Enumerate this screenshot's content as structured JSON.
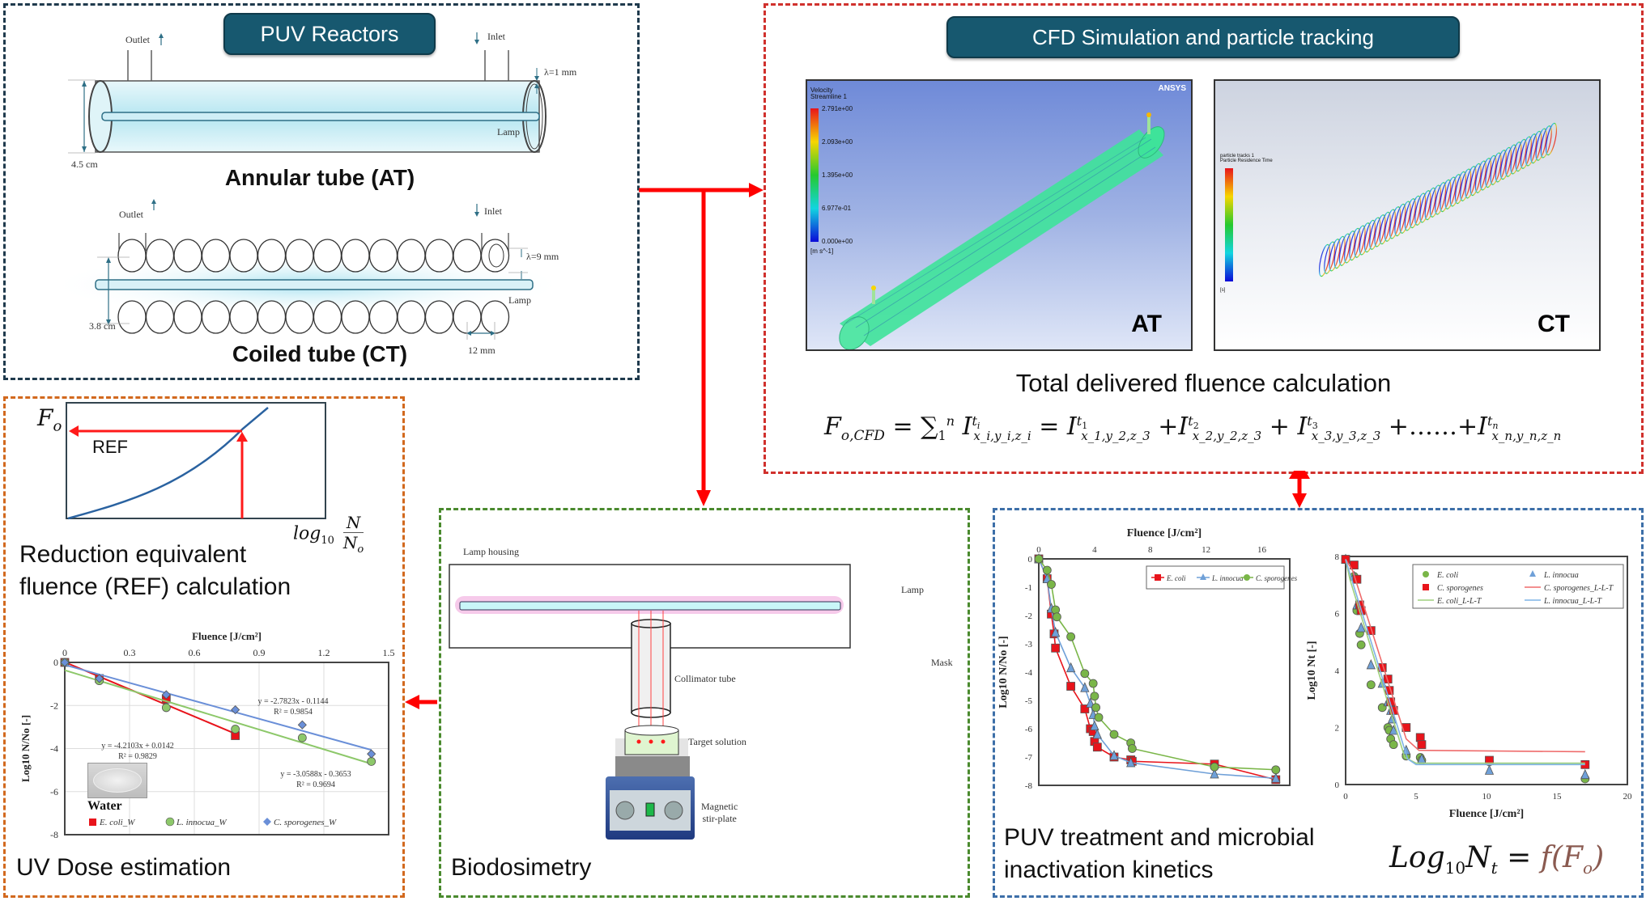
{
  "reactors": {
    "title": "PUV Reactors",
    "annular": {
      "caption": "Annular tube (AT)",
      "outlet": "Outlet",
      "inlet": "Inlet",
      "gap": "λ=1 mm",
      "lamp": "Lamp",
      "diameter": "4.5 cm"
    },
    "coiled": {
      "caption": "Coiled tube (CT)",
      "outlet": "Outlet",
      "inlet": "Inlet",
      "gap": "λ=9 mm",
      "lamp": "Lamp",
      "diameter": "3.8 cm",
      "pitch": "12 mm",
      "coil_count": 14
    }
  },
  "cfd": {
    "title": "CFD Simulation and particle tracking",
    "at_label": "AT",
    "ct_label": "CT",
    "at_legend": {
      "title": "Velocity",
      "subtitle": "Streamline 1",
      "ticks": [
        "2.791e+00",
        "2.093e+00",
        "1.395e+00",
        "6.977e-01",
        "0.000e+00"
      ],
      "unit": "[m s^-1]",
      "brand": "ANSYS"
    },
    "ct_legend": {
      "title": "particle tracks 1",
      "subtitle": "Particle Residence Time",
      "unit": "[s]"
    },
    "fluence_caption": "Total delivered fluence calculation",
    "equation": {
      "lhs": "F",
      "lhs_sub": "o,CFD",
      "sum": "∑",
      "sum_sup": "n",
      "sum_sub": "1",
      "terms": [
        {
          "sup": "t",
          "supsub": "i",
          "sub": "x_i,y_i,z_i"
        },
        {
          "sup": "t",
          "supsub": "1",
          "sub": "x_1,y_2,z_3"
        },
        {
          "sup": "t",
          "supsub": "2",
          "sub": "x_2,y_2,z_3"
        },
        {
          "sup": "t",
          "supsub": "3",
          "sub": "x_3,y_3,z_3"
        },
        {
          "sup": "t",
          "supsub": "n",
          "sub": "x_n,y_n,z_n"
        }
      ],
      "ellipsis": "……"
    }
  },
  "ref": {
    "y_label": "F",
    "y_label_sub": "o",
    "ref_label": "REF",
    "x_label": "log",
    "x_label_sub": "10",
    "x_frac_num": "N",
    "x_frac_den": "N",
    "x_frac_den_sub": "o",
    "caption_line1": "Reduction equivalent",
    "caption_line2": "fluence (REF) calculation"
  },
  "uvdose": {
    "caption": "UV Dose estimation",
    "inset_label": "Water"
  },
  "bio": {
    "caption": "Biodosimetry",
    "labels": {
      "housing": "Lamp housing",
      "lamp": "Lamp",
      "mask": "Mask",
      "collimator": "Collimator tube",
      "target": "Target solution",
      "stirrer_1": "Magnetic",
      "stirrer_2": "stir-plate"
    }
  },
  "kinetics": {
    "caption_line1": "PUV treatment and microbial",
    "caption_line2": "inactivation kinetics",
    "formula_lhs": "Log",
    "formula_sub": "10",
    "formula_n": "N",
    "formula_n_sub": "t",
    "formula_eq": " = ",
    "formula_f": "f",
    "formula_arg": "(F",
    "formula_arg_sub": "o",
    "formula_close": ")"
  },
  "colors": {
    "pill_bg": "#17586f",
    "arrow": "#ff0000",
    "ecoli": "#e8141b",
    "linnocua": "#6fa0d8",
    "csporogenes": "#7ab648"
  },
  "chart_data": [
    {
      "id": "uv_dose",
      "type": "scatter",
      "title": "",
      "xlabel": "Fluence [J/cm²]",
      "ylabel": "Log10 N/No [-]",
      "xlim": [
        0,
        1.5
      ],
      "ylim": [
        -8,
        0
      ],
      "xticks": [
        "0",
        "0.3",
        "0.6",
        "0.9",
        "1.2",
        "1.5"
      ],
      "yticks": [
        "0",
        "-2",
        "-4",
        "-6",
        "-8"
      ],
      "grid": true,
      "legend_position": "bottom",
      "series": [
        {
          "name": "E. coli_W",
          "marker": "square",
          "color": "#e8141b",
          "x": [
            0,
            0.16,
            0.47,
            0.79
          ],
          "y": [
            0,
            -0.75,
            -1.7,
            -3.4
          ],
          "fit": {
            "slope": -4.2103,
            "intercept": 0.0142,
            "x_end": 0.79,
            "label": "y = -4.2103x + 0.0142",
            "r2": "R² = 0.9829"
          }
        },
        {
          "name": "L. innocua_W",
          "marker": "circle",
          "color": "#8dc86a",
          "x": [
            0,
            0.16,
            0.47,
            0.79,
            1.1,
            1.42
          ],
          "y": [
            0,
            -0.85,
            -2.1,
            -3.1,
            -3.5,
            -4.6
          ],
          "fit": {
            "slope": -3.0588,
            "intercept": -0.3653,
            "x_end": 1.42,
            "label": "y = -3.0588x - 0.3653",
            "r2": "R² = 0.9694"
          }
        },
        {
          "name": "C. sporogenes_W",
          "marker": "diamond",
          "color": "#6a8fd8",
          "x": [
            0,
            0.16,
            0.47,
            0.79,
            1.1,
            1.42
          ],
          "y": [
            0,
            -0.75,
            -1.5,
            -2.2,
            -2.9,
            -4.25
          ],
          "fit": {
            "slope": -2.7823,
            "intercept": -0.1144,
            "x_end": 1.42,
            "label": "y = -2.7823x - 0.1144",
            "r2": "R² = 0.9854"
          }
        }
      ]
    },
    {
      "id": "kinetics_log_reduction",
      "type": "line",
      "title": "",
      "xlabel": "Fluence [J/cm²]",
      "ylabel": "Log10 N/No [-]",
      "xlim": [
        0,
        18
      ],
      "ylim": [
        -8,
        0
      ],
      "xticks": [
        "0",
        "4",
        "8",
        "12",
        "16"
      ],
      "yticks": [
        "0",
        "-1",
        "-2",
        "-3",
        "-4",
        "-5",
        "-6",
        "-7",
        "-8"
      ],
      "grid": false,
      "legend_position": "top-right",
      "series": [
        {
          "name": "E. coli",
          "marker": "square",
          "color": "#e8141b",
          "x": [
            0,
            0.6,
            0.9,
            1.1,
            1.2,
            2.3,
            3.3,
            3.7,
            3.9,
            4.0,
            4.2,
            5.4,
            6.6,
            6.7,
            12.6,
            17.0
          ],
          "y": [
            0,
            -0.7,
            -1.95,
            -2.65,
            -3.15,
            -4.5,
            -5.3,
            -6.0,
            -6.1,
            -6.45,
            -6.65,
            -7.0,
            -7.1,
            -7.15,
            -7.25,
            -7.8
          ]
        },
        {
          "name": "L. innocua",
          "marker": "triangle",
          "color": "#6fa0d8",
          "x": [
            0,
            0.6,
            0.9,
            1.2,
            2.3,
            3.3,
            3.7,
            3.9,
            4.0,
            4.2,
            5.4,
            6.6,
            12.6,
            17.0
          ],
          "y": [
            0,
            -0.7,
            -1.75,
            -2.6,
            -3.85,
            -4.55,
            -5.1,
            -5.5,
            -5.9,
            -6.2,
            -6.95,
            -7.2,
            -7.6,
            -7.75
          ]
        },
        {
          "name": "C. sporogenes",
          "marker": "circle",
          "color": "#7ab648",
          "x": [
            0,
            0.6,
            0.9,
            1.2,
            1.3,
            2.3,
            3.3,
            3.9,
            4.0,
            4.1,
            4.3,
            5.4,
            6.6,
            6.7,
            12.6,
            17.0
          ],
          "y": [
            0,
            -0.4,
            -0.9,
            -1.8,
            -2.05,
            -2.75,
            -4.05,
            -4.4,
            -4.85,
            -5.25,
            -5.6,
            -6.2,
            -6.5,
            -6.7,
            -7.35,
            -7.45
          ]
        }
      ]
    },
    {
      "id": "kinetics_fit",
      "type": "scatter",
      "title": "",
      "xlabel": "Fluence [J/cm²]",
      "ylabel": "Log10 Nt [-]",
      "xlim": [
        0,
        20
      ],
      "ylim": [
        0,
        8
      ],
      "xticks": [
        "0",
        "5",
        "10",
        "15",
        "20"
      ],
      "yticks": [
        "0",
        "2",
        "4",
        "6",
        "8"
      ],
      "grid": false,
      "legend_position": "top-right",
      "series": [
        {
          "name": "E. coli",
          "marker": "circle",
          "color": "#7ab648",
          "x": [
            0,
            0.6,
            0.8,
            1.0,
            1.1,
            1.8,
            2.6,
            3.0,
            3.1,
            3.2,
            3.4,
            4.3,
            5.3,
            5.4,
            10.2,
            17.0
          ],
          "y": [
            7.9,
            7.3,
            6.1,
            5.3,
            4.9,
            3.5,
            2.7,
            2.0,
            1.9,
            1.6,
            1.4,
            1.0,
            0.95,
            0.85,
            0.8,
            0.2
          ]
        },
        {
          "name": "L. innocua",
          "marker": "triangle",
          "color": "#6fa0d8",
          "x": [
            0,
            0.6,
            0.8,
            1.1,
            1.8,
            2.6,
            3.0,
            3.2,
            3.3,
            3.4,
            4.3,
            5.4,
            10.2,
            17.0
          ],
          "y": [
            7.9,
            7.3,
            6.3,
            5.5,
            4.2,
            3.55,
            2.9,
            2.6,
            2.3,
            1.9,
            1.2,
            0.9,
            0.5,
            0.35
          ]
        },
        {
          "name": "C. sporogenes",
          "marker": "square",
          "color": "#e8141b",
          "x": [
            0,
            0.6,
            0.8,
            1.0,
            1.1,
            1.8,
            2.6,
            3.0,
            3.1,
            3.2,
            3.4,
            4.3,
            5.3,
            5.4,
            10.2,
            17.0
          ],
          "y": [
            7.9,
            7.7,
            7.2,
            6.3,
            6.1,
            5.4,
            4.1,
            3.7,
            3.3,
            2.9,
            2.6,
            2.0,
            1.65,
            1.4,
            0.85,
            0.7
          ]
        },
        {
          "name": "C. sporogenes_L-L-T",
          "line": true,
          "color": "#ef6b6b",
          "x": [
            0,
            0.5,
            4.3,
            5.2,
            17.0
          ],
          "y": [
            7.9,
            7.5,
            1.6,
            1.2,
            1.15
          ]
        },
        {
          "name": "E. coli_L-L-T",
          "line": true,
          "color": "#9fd17e",
          "x": [
            0,
            0.3,
            4.2,
            5.0,
            17.0
          ],
          "y": [
            7.9,
            7.2,
            0.95,
            0.75,
            0.75
          ]
        },
        {
          "name": "L. innocua_L-L-T",
          "line": true,
          "color": "#7fb3e6",
          "x": [
            0,
            0.3,
            4.4,
            5.0,
            17.0
          ],
          "y": [
            7.9,
            7.4,
            0.9,
            0.7,
            0.7
          ]
        }
      ]
    }
  ]
}
